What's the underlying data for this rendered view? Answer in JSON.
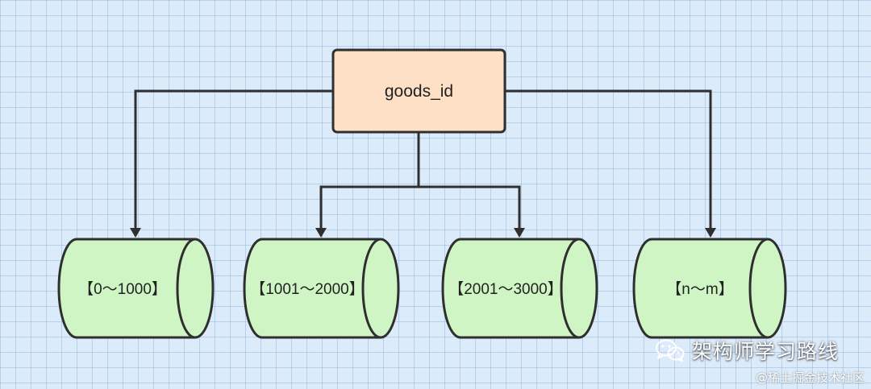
{
  "diagram": {
    "root": {
      "label": "goods_id"
    },
    "shards": [
      {
        "label": "【0～1000】"
      },
      {
        "label": "【1001～2000】"
      },
      {
        "label": "【2001～3000】"
      },
      {
        "label": "【n～m】"
      }
    ]
  },
  "watermark": {
    "icon": "wechat-icon",
    "title": "架构师学习路线",
    "subtitle": "@稀土掘金技术社区"
  },
  "colors": {
    "background": "#dcebfa",
    "grid": "#a9c6e8",
    "root_fill": "#fde0c6",
    "shard_fill": "#cff5c4",
    "stroke": "#2f2f2f"
  }
}
